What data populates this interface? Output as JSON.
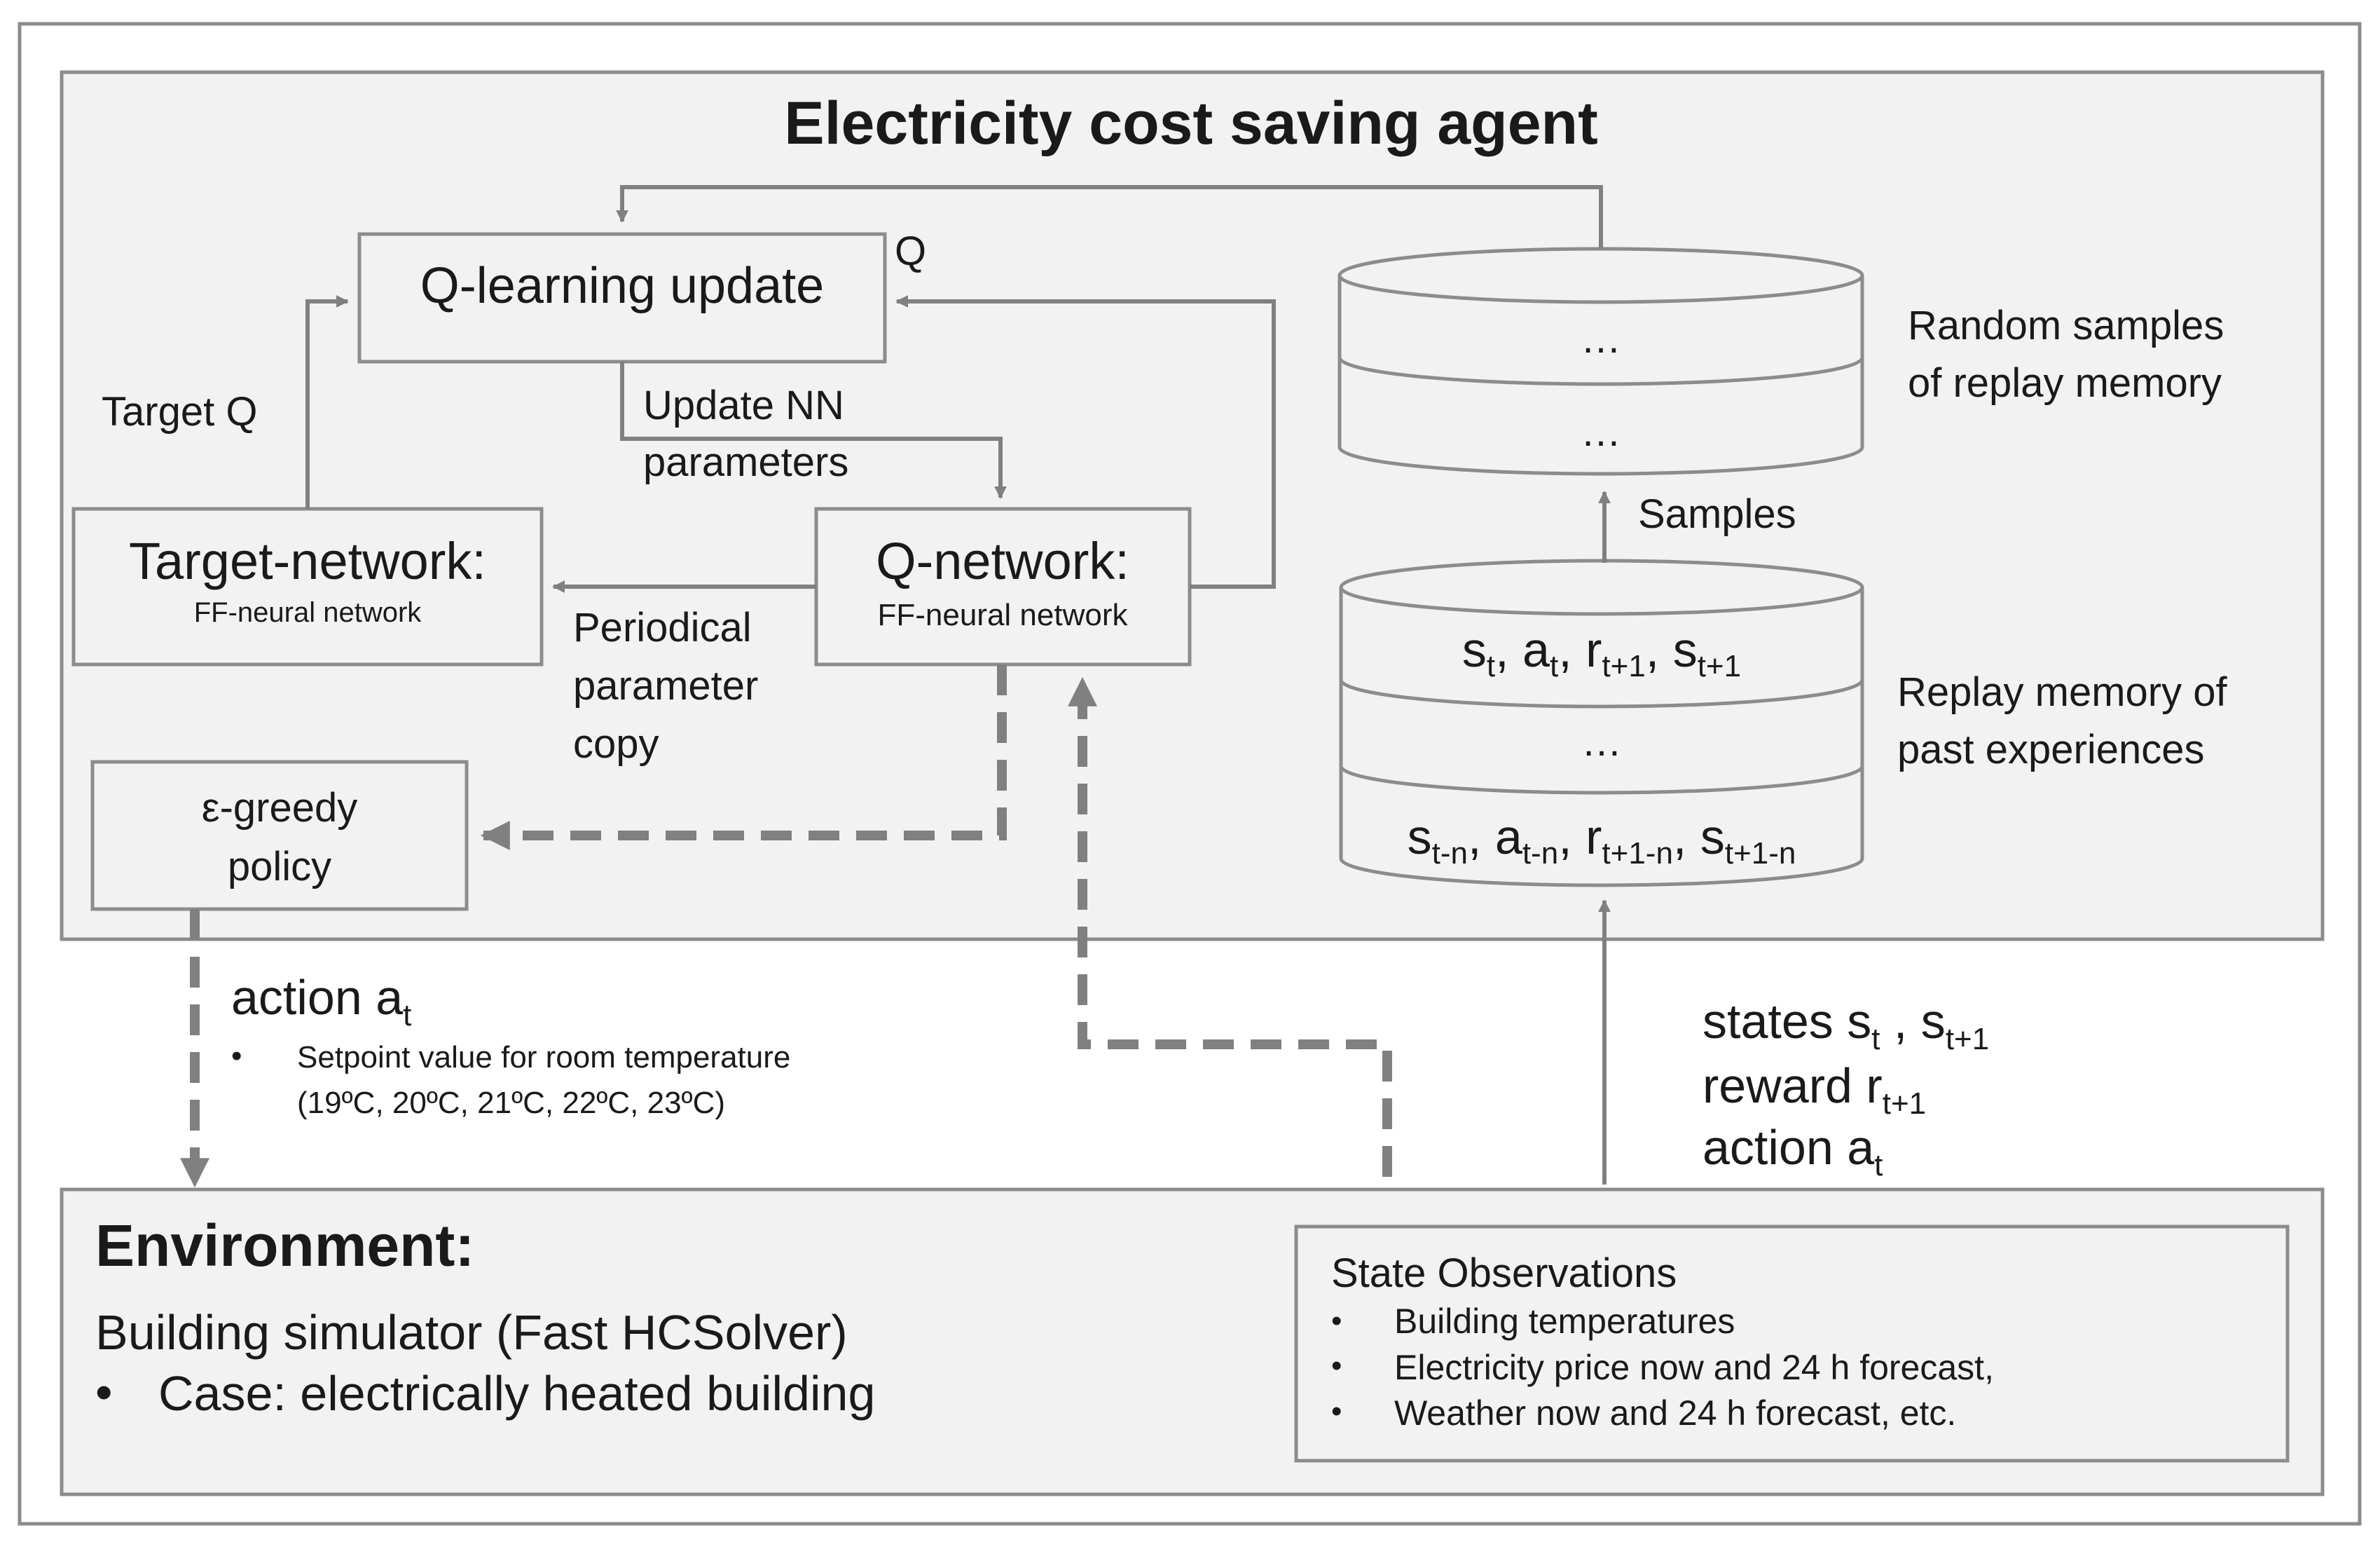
{
  "agent": {
    "title": "Electricity cost saving agent"
  },
  "q_update": {
    "label": "Q-learning update",
    "q_mark": "Q"
  },
  "labels": {
    "target_q": "Target Q",
    "update_nn_1": "Update NN",
    "update_nn_2": "parameters",
    "periodical_1": "Periodical",
    "periodical_2": "parameter",
    "periodical_3": "copy",
    "samples": "Samples"
  },
  "target_network": {
    "title": "Target-network:",
    "subtitle": "FF-neural network"
  },
  "q_network": {
    "title": "Q-network:",
    "subtitle": "FF-neural network"
  },
  "policy": {
    "line1": "ε-greedy",
    "line2": "policy"
  },
  "random_samples": {
    "row1": "…",
    "row2": "…",
    "label1": "Random samples",
    "label2": "of replay memory"
  },
  "replay_memory": {
    "row2": "…",
    "label1": "Replay memory of",
    "label2": "past experiences"
  },
  "action": {
    "label": "action a",
    "sub": "t",
    "bullet": "•",
    "item1": "Setpoint value  for room temperature",
    "item2": "(19ºC, 20ºC, 21ºC, 22ºC, 23ºC)"
  },
  "feedback": {
    "states": "states s",
    "states_sub1": "t",
    "states_sep": " , s",
    "states_sub2": "t+1",
    "reward": "reward r",
    "reward_sub": "t+1",
    "action": "action a",
    "action_sub": "t"
  },
  "environment": {
    "title": "Environment:",
    "line1": "Building  simulator (Fast HCSolver)",
    "bullet": "•",
    "line2": "Case: electrically  heated building"
  },
  "observations": {
    "title": "State Observations",
    "bullet": "•",
    "item1": "Building temperatures",
    "item2": "Electricity price now and 24 h forecast,",
    "item3": "Weather now and 24 h forecast, etc."
  },
  "colors": {
    "panel": "#f2f2f2",
    "border": "#8c8c8c",
    "arrow": "#808080"
  }
}
